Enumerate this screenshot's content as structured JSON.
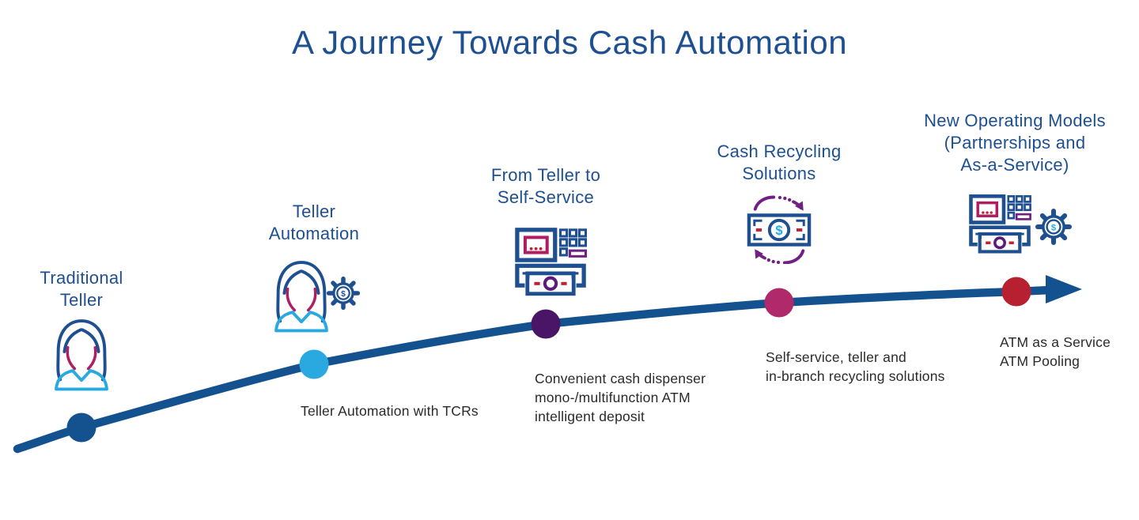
{
  "page": {
    "title": "A Journey Towards Cash Automation",
    "background": "#ffffff"
  },
  "palette": {
    "dark_blue": "#1d4f91",
    "line_blue": "#14528f",
    "light_blue": "#29a9e0",
    "magenta": "#b01e62",
    "purple": "#702082",
    "dark_purple": "#4a1566",
    "berry": "#b02a6b",
    "red": "#b72030",
    "dash_red": "#c32032",
    "text_dark": "#2b2a29"
  },
  "icons": {
    "dollar_glyph": "$"
  },
  "timeline": {
    "milestones": [
      {
        "id": "traditional-teller",
        "label_lines": [
          "Traditional",
          "Teller"
        ],
        "icon": "teller-woman-icon",
        "dot_color": "#14528f",
        "description_lines": []
      },
      {
        "id": "teller-automation",
        "label_lines": [
          "Teller",
          "Automation"
        ],
        "icon": "teller-automation-icon",
        "dot_color": "#29a9e0",
        "description_lines": [
          "Teller Automation with TCRs"
        ]
      },
      {
        "id": "from-teller-to-self-service",
        "label_lines": [
          "From Teller to",
          "Self-Service"
        ],
        "icon": "atm-icon",
        "dot_color": "#4a1566",
        "description_lines": [
          "Convenient cash dispenser",
          "mono-/multifunction ATM",
          "intelligent deposit"
        ]
      },
      {
        "id": "cash-recycling-solutions",
        "label_lines": [
          "Cash Recycling",
          "Solutions"
        ],
        "icon": "cash-recycling-icon",
        "dot_color": "#b02a6b",
        "description_lines": [
          "Self-service, teller and",
          "in-branch recycling solutions"
        ]
      },
      {
        "id": "new-operating-models",
        "label_lines": [
          "New Operating Models",
          "(Partnerships and",
          "As-a-Service)"
        ],
        "icon": "atm-as-a-service-icon",
        "dot_color": "#b72030",
        "description_lines": [
          "ATM as a Service",
          "ATM Pooling"
        ]
      }
    ]
  }
}
